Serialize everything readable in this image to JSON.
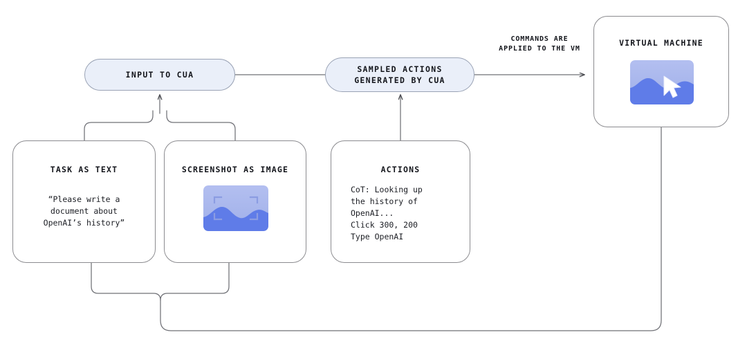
{
  "diagram": {
    "title_flow": "CUA loop diagram",
    "colors": {
      "pill_fill": "#eaeff9",
      "pill_stroke": "#9aa3b5",
      "node_stroke": "#8b8b8f",
      "wire": "#6f7076",
      "thumb_sky": "#a8b5ea",
      "thumb_wave": "#5f7ce8",
      "cursor": "#ffffff",
      "text": "#14161c"
    }
  },
  "pills": {
    "input_to_cua": {
      "label": "INPUT TO CUA",
      "name": "input-to-cua-pill"
    },
    "sampled_actions": {
      "label": "SAMPLED ACTIONS\nGENERATED BY CUA",
      "name": "sampled-actions-pill"
    }
  },
  "cards": {
    "task_as_text": {
      "title": "TASK AS TEXT",
      "body": "“Please write a\ndocument about\nOpenAI’s history”"
    },
    "screenshot_as_image": {
      "title": "SCREENSHOT AS IMAGE",
      "thumb_alt": "screenshot-thumbnail"
    },
    "actions": {
      "title": "ACTIONS",
      "body": "CoT: Looking up\nthe history of\nOpenAI...\nClick 300, 200\nType OpenAI"
    },
    "virtual_machine": {
      "title": "VIRTUAL MACHINE",
      "thumb_alt": "vm-screen-thumbnail"
    }
  },
  "edges": {
    "commands_to_vm": {
      "label": "COMMANDS ARE\nAPPLIED TO THE VM"
    }
  }
}
